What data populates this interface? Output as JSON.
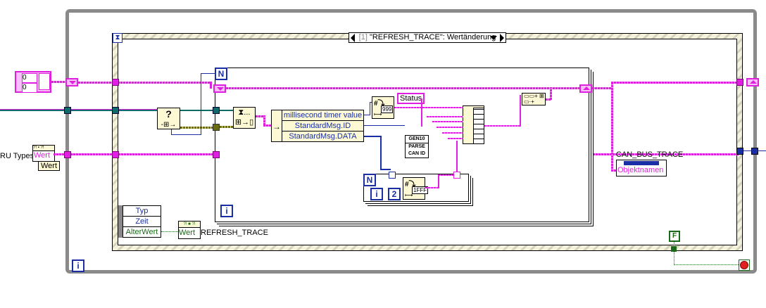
{
  "diagram": {
    "type": "LabVIEW block diagram",
    "while_loop": {
      "iteration_terminal": "i",
      "stop_terminal": "stop-button"
    },
    "event_structure": {
      "selector_index": "[1]",
      "selector_label": "\"REFRESH_TRACE\": Wertänderung",
      "timeout_terminal": "hourglass",
      "event_data_node": [
        "Typ",
        "Zeit",
        "AlterWert"
      ],
      "control_terminal": {
        "label": "REFRESH_TRACE",
        "value_label": "Wert"
      }
    },
    "left_inputs": {
      "cluster_values": [
        "0",
        "0"
      ],
      "property_node": {
        "owner_label": "RU Types",
        "property": "Wert",
        "tip_label": "Wert"
      }
    },
    "dequeue_nodes": {
      "status_glyph": "?",
      "dequeue_glyph": "⧗..."
    },
    "for_loop": {
      "count_terminal": "N",
      "iteration_terminal": "i",
      "unbundle_fields": [
        "millisecond timer value",
        "StandardMsg.ID",
        "StandardMsg.DATA"
      ],
      "format_node_value": "999",
      "status_constant": "Status",
      "subvi_lines": [
        "GEN10",
        "PARSE",
        "CAN ID"
      ]
    },
    "inner_for_loop": {
      "count_terminal": "N",
      "iteration_terminal": "i",
      "count_constant": "2",
      "format_node_value": "1FFF"
    },
    "right_outputs": {
      "property_node": {
        "owner_label": "CAN_BUS_TRACE",
        "property": "Objektnamen"
      }
    },
    "boolean_constant": "F",
    "colors": {
      "string_wire": "#e020e0",
      "numeric_wire": "#1a2fa6",
      "queue_wire": "#0f6a6a",
      "boolean_wire": "#1a6a1a"
    }
  }
}
